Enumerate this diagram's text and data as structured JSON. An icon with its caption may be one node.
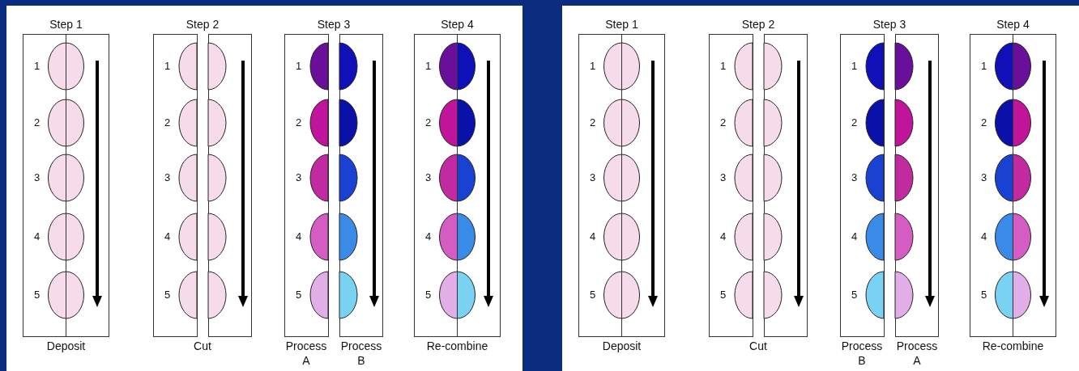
{
  "diagram": {
    "nodes": [
      {
        "text": [
          "Step 1"
        ],
        "beside": [
          "Deposit"
        ]
      },
      {
        "text": [
          "Step 2"
        ],
        "beside": [
          "Cut"
        ]
      },
      {
        "text": [
          "Step 3"
        ],
        "beside": [
          "Process A",
          "Process B"
        ]
      },
      {
        "text": [
          "Step 4"
        ],
        "beside": [
          "Re-combine"
        ]
      },
      {
        "text": [
          "Step 1"
        ],
        "beside": [
          "Deposit"
        ]
      },
      {
        "text": [
          "Step 2"
        ],
        "beside": [
          "Cut"
        ]
      },
      {
        "text": [
          "Step 3"
        ],
        "beside": [
          "Process B",
          "Process A"
        ]
      },
      {
        "text": [
          "Step 4"
        ],
        "beside": [
          "Re-combine"
        ]
      }
    ],
    "labels": [
      "1",
      "2",
      "3",
      "4",
      "5",
      "1",
      "2",
      "3",
      "4",
      "5",
      "1",
      "2",
      "3",
      "4",
      "5",
      "1",
      "2",
      "3",
      "4",
      "5",
      "1",
      "2",
      "3",
      "4",
      "5",
      "1",
      "2",
      "3",
      "4",
      "5",
      "1",
      "2",
      "3",
      "4",
      "5",
      "1",
      "2",
      "3",
      "4",
      "5"
    ]
  }
}
